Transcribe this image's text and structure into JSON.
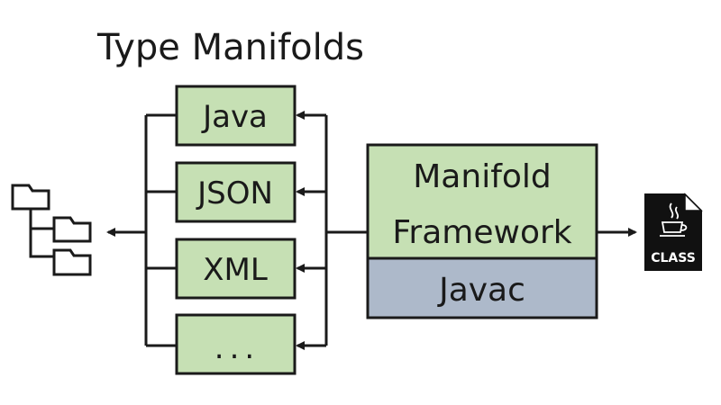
{
  "title": "Type Manifolds",
  "manifolds": [
    {
      "label": "Java"
    },
    {
      "label": "JSON"
    },
    {
      "label": "XML"
    },
    {
      "label": "..."
    }
  ],
  "framework": {
    "line1": "Manifold",
    "line2": "Framework",
    "compiler": "Javac"
  },
  "class_file": {
    "label": "CLASS",
    "icon": "java-class-file-icon"
  },
  "source_tree_icon": "folder-tree-icon",
  "colors": {
    "manifold_fill": "#c6e0b4",
    "framework_fill": "#c6e0b4",
    "javac_fill": "#adb9ca",
    "stroke": "#1a1a1a"
  }
}
